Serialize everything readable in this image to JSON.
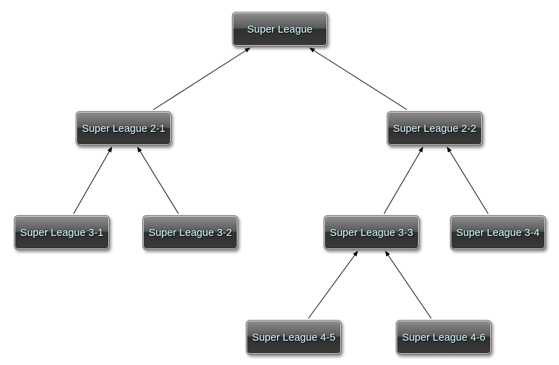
{
  "nodes": {
    "root": "Super League",
    "l2_1": "Super League 2-1",
    "l2_2": "Super League 2-2",
    "l3_1": "Super League 3-1",
    "l3_2": "Super League 3-2",
    "l3_3": "Super League 3-3",
    "l3_4": "Super League 3-4",
    "l4_5": "Super League 4-5",
    "l4_6": "Super League 4-6"
  },
  "colors": {
    "node_text": "#e6ffff",
    "node_fill": "#3a3a3a",
    "edge": "#000000"
  }
}
